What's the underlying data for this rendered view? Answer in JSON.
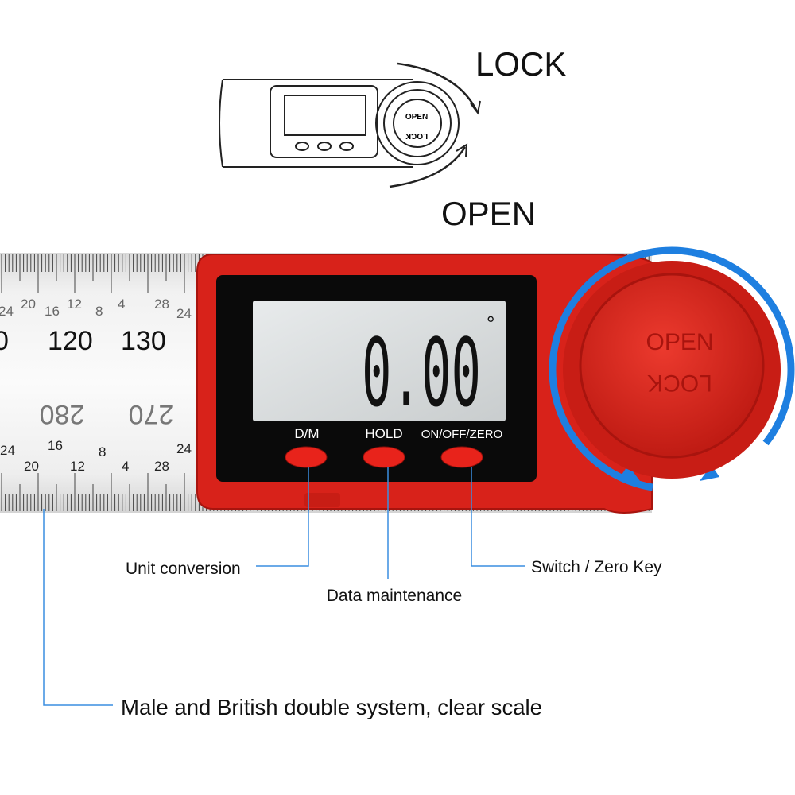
{
  "diagram": {
    "lock_label": "LOCK",
    "open_label": "OPEN",
    "dial_text_open": "OPEN",
    "dial_text_lock": "LOCK"
  },
  "ruler": {
    "top_numbers": [
      "0",
      "120",
      "130"
    ],
    "top_small": [
      "24",
      "20",
      "16",
      "12",
      "8",
      "4",
      "28",
      "24"
    ],
    "bottom_numbers": [
      "280",
      "270"
    ],
    "bottom_small": [
      "24",
      "20",
      "16",
      "12",
      "8",
      "4",
      "28",
      "24"
    ]
  },
  "display": {
    "reading": "0.00",
    "unit_symbol": "°"
  },
  "buttons": [
    {
      "label": "D/M",
      "color": "#e8231b"
    },
    {
      "label": "HOLD",
      "color": "#e8231b"
    },
    {
      "label": "ON/OFF/ZERO",
      "color": "#e8231b"
    }
  ],
  "dial": {
    "text_open": "OPEN",
    "text_lock": "LOCK"
  },
  "callouts": {
    "unit_conversion": "Unit conversion",
    "data_maintenance": "Data maintenance",
    "switch_zero": "Switch / Zero Key",
    "scale": "Male and British double system, clear scale"
  },
  "colors": {
    "body_red": "#d8221a",
    "ring_blue": "#1e7fe0",
    "callout_blue": "#3a8ee0"
  }
}
